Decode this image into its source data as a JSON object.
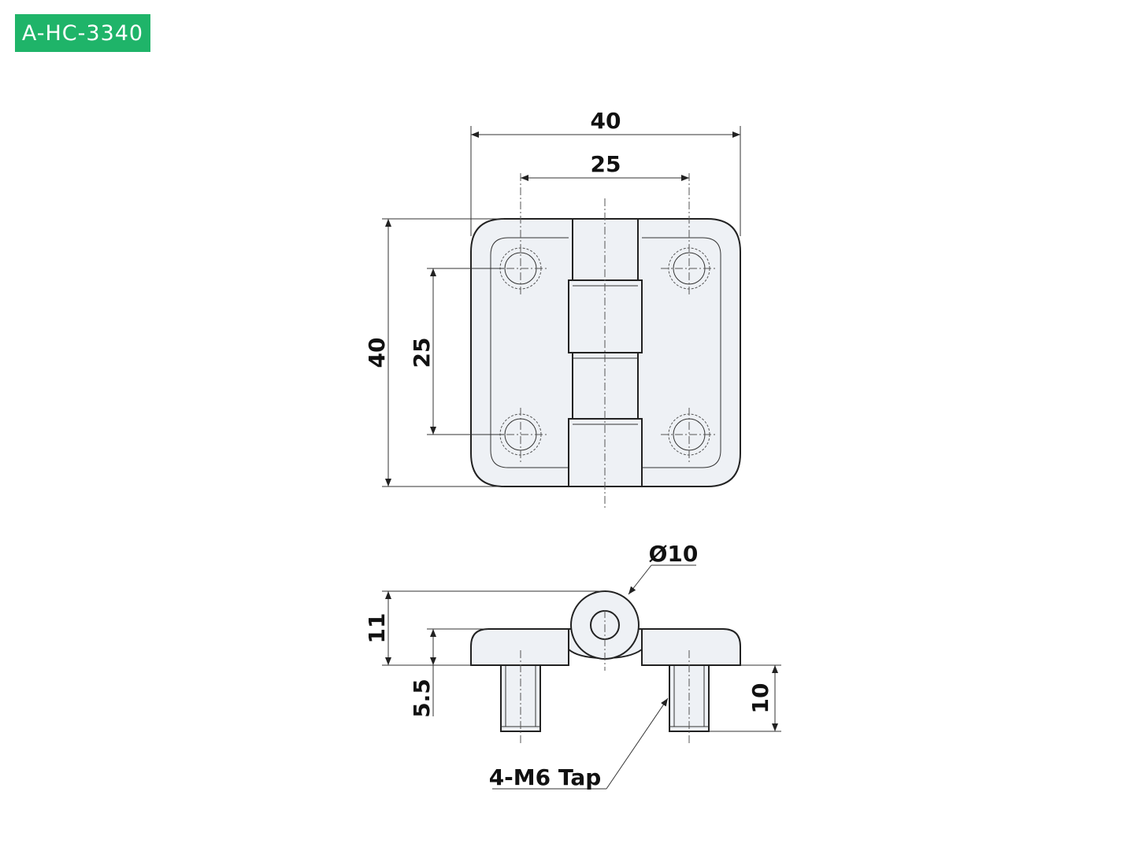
{
  "part_number": "A-HC-3340",
  "dimensions": {
    "overall_width": "40",
    "hole_spacing_horizontal": "25",
    "overall_height": "40",
    "hole_spacing_vertical": "25",
    "pin_diameter": "Ø10",
    "total_height": "11",
    "leaf_thickness": "5.5",
    "stud_length": "10",
    "tap_callout": "4-M6 Tap"
  },
  "colors": {
    "badge": "#1fb469",
    "part_fill": "#eef1f5"
  }
}
